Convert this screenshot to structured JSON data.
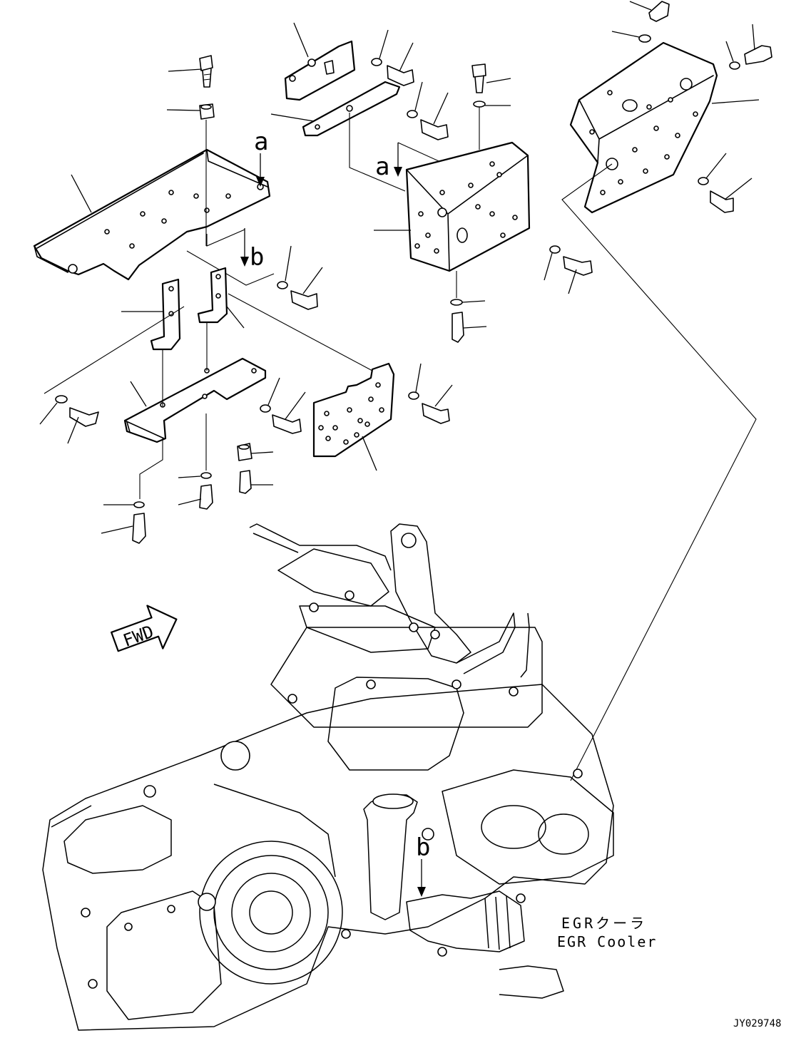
{
  "callouts": {
    "ref_a_top": "a",
    "ref_a_box": "a",
    "ref_b_top": "b",
    "ref_b_engine": "b"
  },
  "direction_arrow": {
    "label": "FWD"
  },
  "component_label": {
    "jp": "EGRクーラ",
    "en": "EGR Cooler"
  },
  "drawing_number": "JY029748"
}
